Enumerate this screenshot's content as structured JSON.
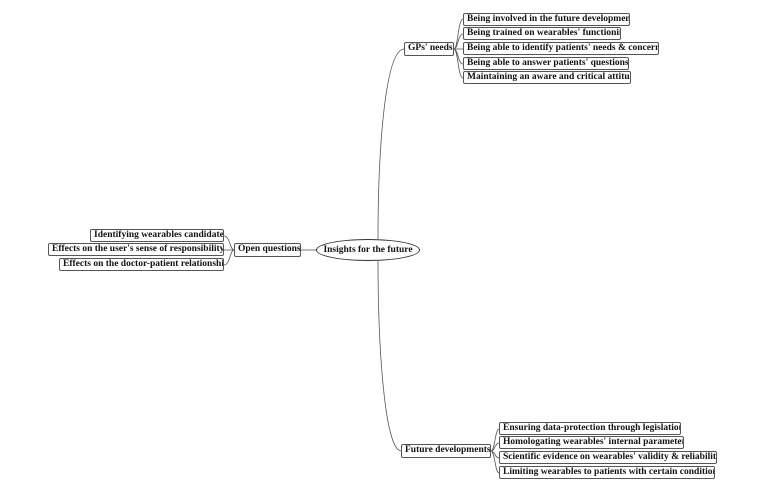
{
  "root": {
    "label": "Insights for the future"
  },
  "branches": {
    "gps_needs": {
      "label": "GPs' needs",
      "children": [
        "Being involved in the future development",
        "Being trained on wearables' functioning",
        "Being able to identify patients' needs & concerns",
        "Being able to answer patients' questions",
        "Maintaining an aware and critical attitude"
      ]
    },
    "open_questions": {
      "label": "Open questions",
      "children": [
        "Identifying wearables candidates",
        "Effects on the user's sense of responsibility",
        "Effects on the doctor-patient relationship"
      ]
    },
    "future_developments": {
      "label": "Future developments",
      "children": [
        "Ensuring data-protection through legislations",
        "Homologating wearables' internal parameters",
        "Scientific evidence on wearables' validity & reliability",
        "Limiting wearables to patients with certain conditions"
      ]
    }
  },
  "colors": {
    "line": "#555555",
    "border": "#555555",
    "text": "#111111",
    "background": "#ffffff"
  }
}
